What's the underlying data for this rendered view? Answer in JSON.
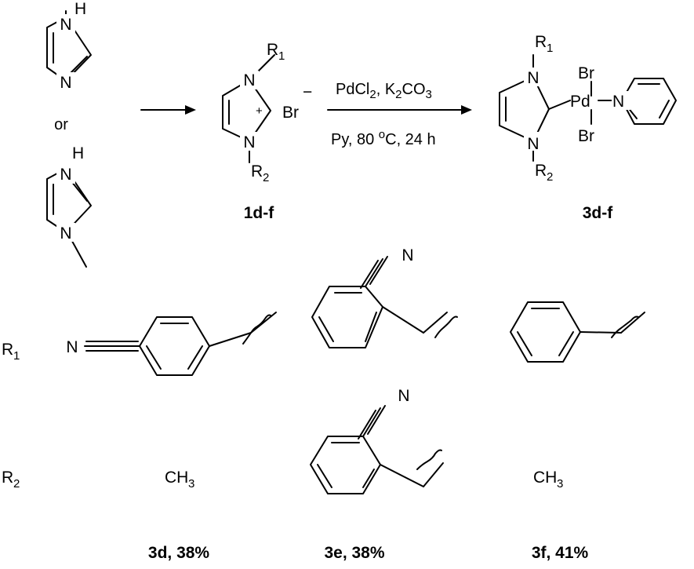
{
  "atoms": {
    "N": "N",
    "H": "H",
    "Br": "Br",
    "Pd": "Pd",
    "plus": "+",
    "minus": "−"
  },
  "text": {
    "or": "or",
    "c_h": "CH",
    "three": "3",
    "one": "1",
    "two": "2"
  },
  "conditions": {
    "reagent_1": "PdCl",
    "reagent_1_sub": "2",
    "reagent_2": ", K",
    "reagent_2_sub": "2",
    "reagent_3": "CO",
    "reagent_3_sub": "3",
    "line_2_a": "Py, 80 ",
    "degree": "o",
    "line_2_b": "C, 24 h"
  },
  "labels": {
    "salt": "1d-f",
    "complex": "3d-f",
    "product_d": "3d, 38%",
    "product_e": "3e, 38%",
    "product_f": "3f, 41%"
  },
  "substituents": {
    "r_letter": "R",
    "r1_index": "1",
    "r2_index": "2"
  }
}
